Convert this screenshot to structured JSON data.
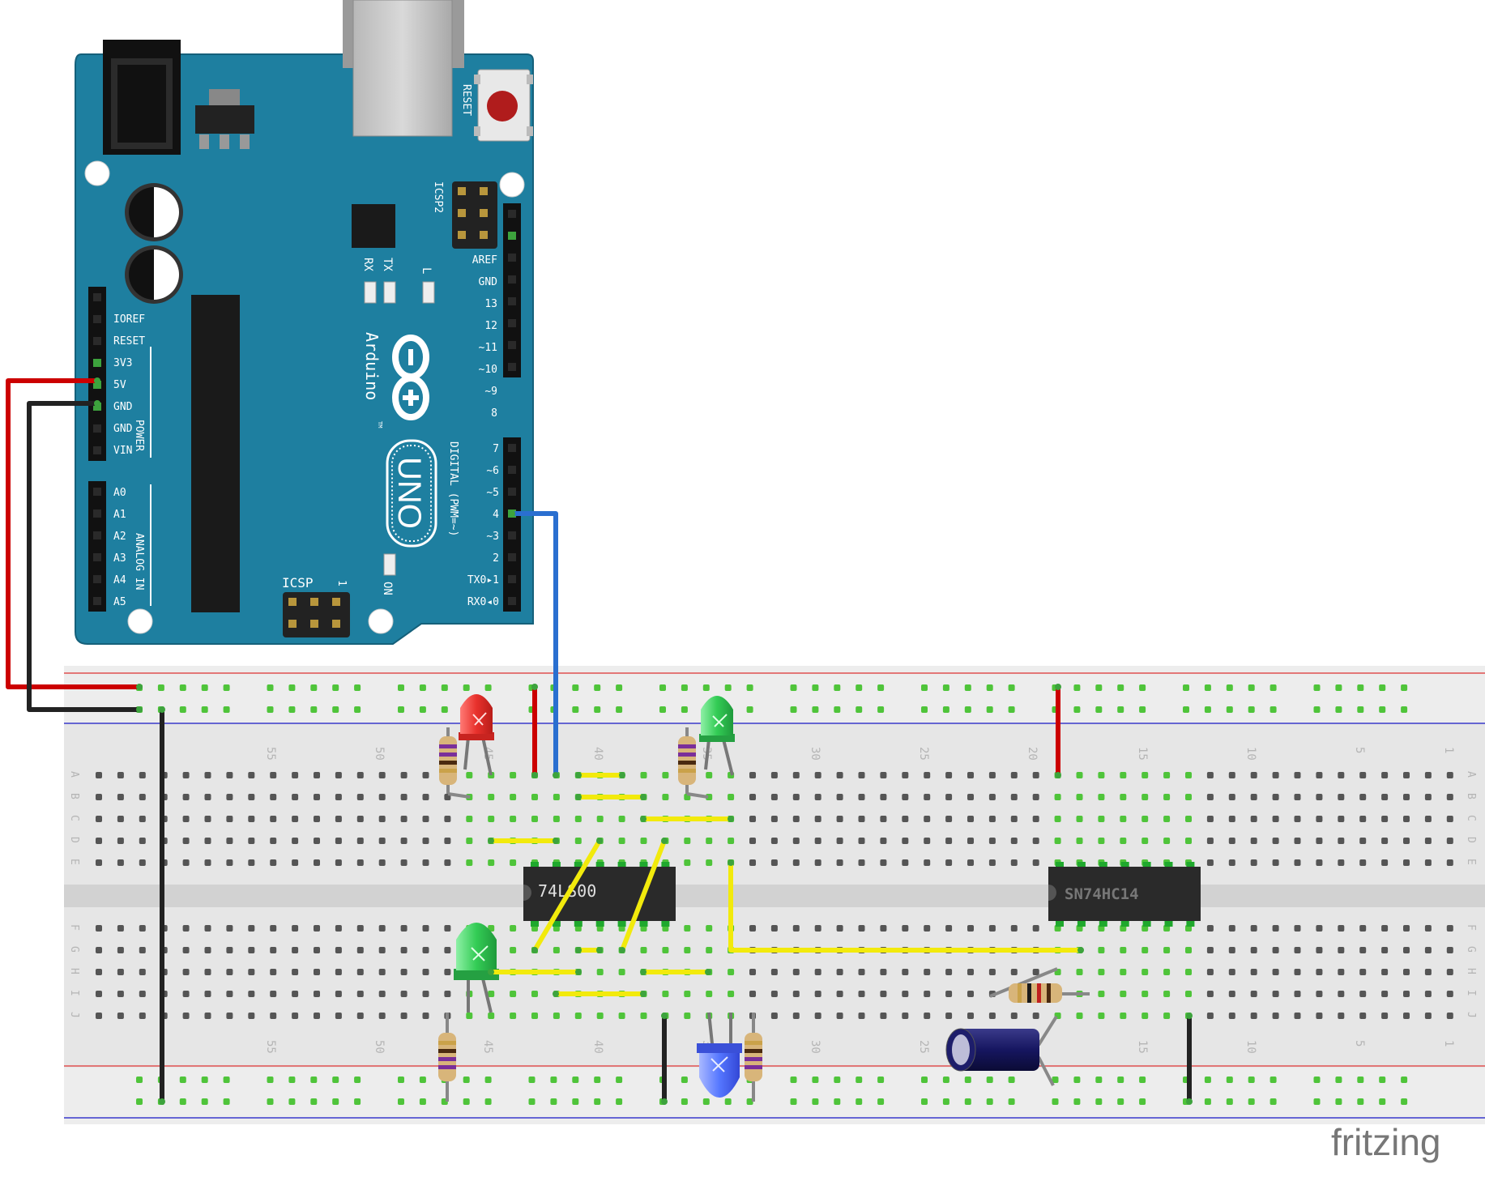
{
  "arduino": {
    "reset_label": "RESET",
    "icsp2_label": "ICSP2",
    "icsp_label": "ICSP",
    "icsp_pin1": "1",
    "rx_label": "RX",
    "tx_label": "TX",
    "l_label": "L",
    "on_label": "ON",
    "brand": "Arduino",
    "tm": "TM",
    "model": "UNO",
    "power_label": "POWER",
    "analog_label": "ANALOG IN",
    "digital_label": "DIGITAL (PWM=~)",
    "power_pins": [
      "IOREF",
      "RESET",
      "3V3",
      "5V",
      "GND",
      "GND",
      "VIN"
    ],
    "analog_pins": [
      "A0",
      "A1",
      "A2",
      "A3",
      "A4",
      "A5"
    ],
    "digital_top_pins": [
      "AREF",
      "GND",
      "13",
      "12",
      "~11",
      "~10",
      "~9",
      "8"
    ],
    "digital_bottom_pins": [
      "7",
      "~6",
      "~5",
      "4",
      "~3",
      "2",
      "TX0▸1",
      "RX0◂0"
    ]
  },
  "breadboard": {
    "row_letters_top": [
      "A",
      "B",
      "C",
      "D",
      "E"
    ],
    "row_letters_bottom": [
      "F",
      "G",
      "H",
      "I",
      "J"
    ],
    "column_numbers": [
      "55",
      "50",
      "45",
      "40",
      "35",
      "30",
      "25",
      "20",
      "15",
      "10",
      "5",
      "1"
    ]
  },
  "chips": {
    "nand": "74LS00",
    "inverter": "SN74HC14"
  },
  "colors": {
    "board": "#1e7fa0",
    "wire_red": "#cc0000",
    "wire_black": "#222222",
    "wire_blue": "#2a6fd0",
    "wire_yellow": "#f2ea0c",
    "led_red": "#e8312c",
    "led_green": "#33cc55",
    "led_blue": "#5577ff",
    "connected_hole": "#4fc43a"
  },
  "watermark": "fritzing"
}
